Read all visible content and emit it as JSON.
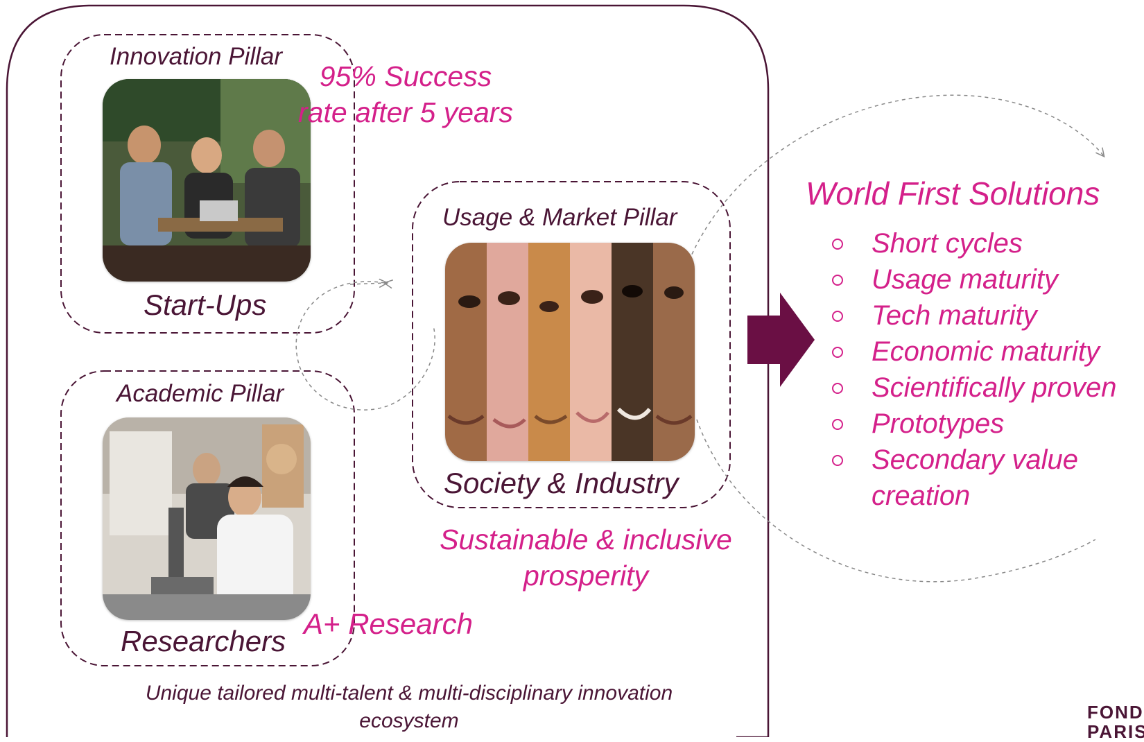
{
  "colors": {
    "maroon": "#4a1535",
    "pink": "#d4208a",
    "dashed_gray": "#888888"
  },
  "innovation_pillar": {
    "title": "Innovation  Pillar",
    "caption": "Start-Ups",
    "stat": "95% Success rate after 5 years"
  },
  "academic_pillar": {
    "title": "Academic  Pillar",
    "caption": "Researchers",
    "stat": "A+ Research"
  },
  "usage_pillar": {
    "title": "Usage & Market Pillar",
    "caption": "Society & Industry",
    "stat": "Sustainable & inclusive prosperity"
  },
  "ecosystem_caption": "Unique tailored multi-talent & multi-disciplinary innovation ecosystem",
  "solutions": {
    "title": "World First Solutions",
    "items": [
      "Short cycles",
      "Usage maturity",
      "Tech maturity",
      "Economic maturity",
      "Scientifically  proven",
      "Prototypes",
      "Secondary value creation"
    ]
  },
  "logo": {
    "lines": [
      "FOND",
      "PARIS"
    ]
  }
}
